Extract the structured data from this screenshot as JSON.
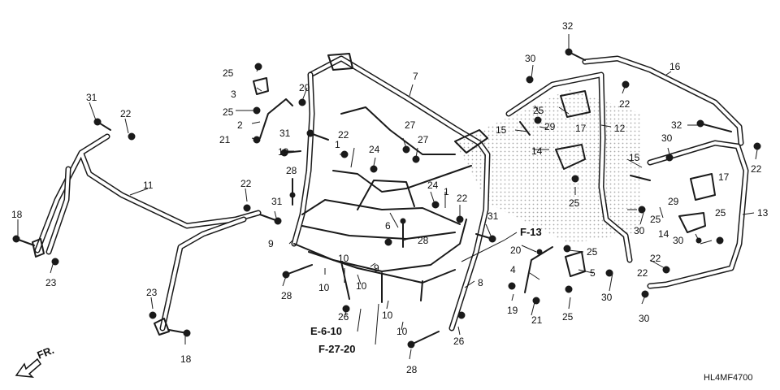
{
  "diagram": {
    "code": "HL4MF4700",
    "direction": "FR.",
    "references": [
      "F-13",
      "E-6-10",
      "F-27-20"
    ],
    "callouts": [
      {
        "id": "c1",
        "text": "1"
      },
      {
        "id": "c1b",
        "text": "1"
      },
      {
        "id": "c2",
        "text": "2"
      },
      {
        "id": "c3",
        "text": "3"
      },
      {
        "id": "c4",
        "text": "4"
      },
      {
        "id": "c5",
        "text": "5"
      },
      {
        "id": "c6",
        "text": "6"
      },
      {
        "id": "c7",
        "text": "7"
      },
      {
        "id": "c8",
        "text": "8"
      },
      {
        "id": "c9a",
        "text": "9"
      },
      {
        "id": "c9b",
        "text": "9"
      },
      {
        "id": "c10a",
        "text": "10"
      },
      {
        "id": "c10b",
        "text": "10"
      },
      {
        "id": "c10c",
        "text": "10"
      },
      {
        "id": "c10d",
        "text": "10"
      },
      {
        "id": "c10e",
        "text": "10"
      },
      {
        "id": "c11",
        "text": "11"
      },
      {
        "id": "c12",
        "text": "12"
      },
      {
        "id": "c13",
        "text": "13"
      },
      {
        "id": "c14a",
        "text": "14"
      },
      {
        "id": "c14b",
        "text": "14"
      },
      {
        "id": "c15a",
        "text": "15"
      },
      {
        "id": "c15b",
        "text": "15"
      },
      {
        "id": "c16",
        "text": "16"
      },
      {
        "id": "c17a",
        "text": "17"
      },
      {
        "id": "c17b",
        "text": "17"
      },
      {
        "id": "c18a",
        "text": "18"
      },
      {
        "id": "c18b",
        "text": "18"
      },
      {
        "id": "c19a",
        "text": "19"
      },
      {
        "id": "c19b",
        "text": "19"
      },
      {
        "id": "c20a",
        "text": "20"
      },
      {
        "id": "c20b",
        "text": "20"
      },
      {
        "id": "c21a",
        "text": "21"
      },
      {
        "id": "c21b",
        "text": "21"
      },
      {
        "id": "c22a",
        "text": "22"
      },
      {
        "id": "c22b",
        "text": "22"
      },
      {
        "id": "c22c",
        "text": "22"
      },
      {
        "id": "c22d",
        "text": "22"
      },
      {
        "id": "c22e",
        "text": "22"
      },
      {
        "id": "c22f",
        "text": "22"
      },
      {
        "id": "c22g",
        "text": "22"
      },
      {
        "id": "c22h",
        "text": "22"
      },
      {
        "id": "c23a",
        "text": "23"
      },
      {
        "id": "c23b",
        "text": "23"
      },
      {
        "id": "c24a",
        "text": "24"
      },
      {
        "id": "c24b",
        "text": "24"
      },
      {
        "id": "c25a",
        "text": "25"
      },
      {
        "id": "c25b",
        "text": "25"
      },
      {
        "id": "c25c",
        "text": "25"
      },
      {
        "id": "c25d",
        "text": "25"
      },
      {
        "id": "c25e",
        "text": "25"
      },
      {
        "id": "c25f",
        "text": "25"
      },
      {
        "id": "c25g",
        "text": "25"
      },
      {
        "id": "c25h",
        "text": "25"
      },
      {
        "id": "c26a",
        "text": "26"
      },
      {
        "id": "c26b",
        "text": "26"
      },
      {
        "id": "c27a",
        "text": "27"
      },
      {
        "id": "c27b",
        "text": "27"
      },
      {
        "id": "c28a",
        "text": "28"
      },
      {
        "id": "c28b",
        "text": "28"
      },
      {
        "id": "c28c",
        "text": "28"
      },
      {
        "id": "c28d",
        "text": "28"
      },
      {
        "id": "c29a",
        "text": "29"
      },
      {
        "id": "c29b",
        "text": "29"
      },
      {
        "id": "c30a",
        "text": "30"
      },
      {
        "id": "c30b",
        "text": "30"
      },
      {
        "id": "c30c",
        "text": "30"
      },
      {
        "id": "c30d",
        "text": "30"
      },
      {
        "id": "c30e",
        "text": "30"
      },
      {
        "id": "c30f",
        "text": "30"
      },
      {
        "id": "c31a",
        "text": "31"
      },
      {
        "id": "c31b",
        "text": "31"
      },
      {
        "id": "c31c",
        "text": "31"
      },
      {
        "id": "c31d",
        "text": "31"
      },
      {
        "id": "c32a",
        "text": "32"
      },
      {
        "id": "c32b",
        "text": "32"
      }
    ]
  }
}
